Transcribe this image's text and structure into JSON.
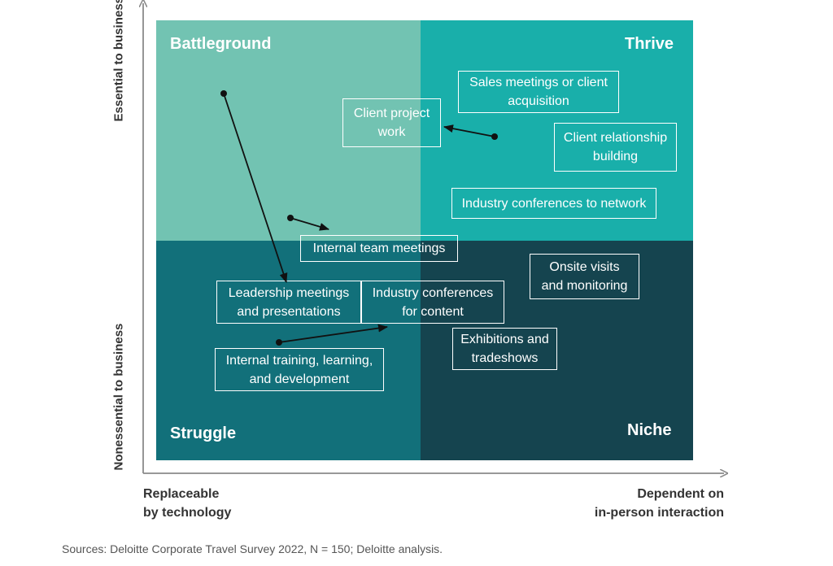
{
  "quadrants": {
    "battleground": {
      "label": "Battleground",
      "color": "#72c3b2"
    },
    "thrive": {
      "label": "Thrive",
      "color": "#19afaa"
    },
    "struggle": {
      "label": "Struggle",
      "color": "#12707a"
    },
    "niche": {
      "label": "Niche",
      "color": "#15444f"
    }
  },
  "boxes": [
    {
      "id": "client-project-work",
      "lines": [
        "Client project",
        "work"
      ]
    },
    {
      "id": "sales-meetings",
      "lines": [
        "Sales meetings or client",
        "acquisition"
      ]
    },
    {
      "id": "client-relationship",
      "lines": [
        "Client relationship",
        "building"
      ]
    },
    {
      "id": "industry-conferences-network",
      "lines": [
        "Industry conferences to network"
      ]
    },
    {
      "id": "internal-team-meetings",
      "lines": [
        "Internal team meetings"
      ]
    },
    {
      "id": "onsite-visits",
      "lines": [
        "Onsite visits",
        "and monitoring"
      ]
    },
    {
      "id": "leadership-meetings",
      "lines": [
        "Leadership meetings",
        "and presentations"
      ]
    },
    {
      "id": "industry-conferences-content",
      "lines": [
        "Industry conferences",
        "for content"
      ]
    },
    {
      "id": "exhibitions",
      "lines": [
        "Exhibitions and",
        "tradeshows"
      ]
    },
    {
      "id": "internal-training",
      "lines": [
        "Internal training, learning,",
        "and development"
      ]
    }
  ],
  "axes": {
    "y_top": "Essential to business",
    "y_bottom": "Nonessential to business",
    "x_left": [
      "Replaceable",
      "by technology"
    ],
    "x_right": [
      "Dependent on",
      "in-person interaction"
    ]
  },
  "sources": "Sources: Deloitte Corporate Travel Survey 2022, N = 150; Deloitte analysis."
}
